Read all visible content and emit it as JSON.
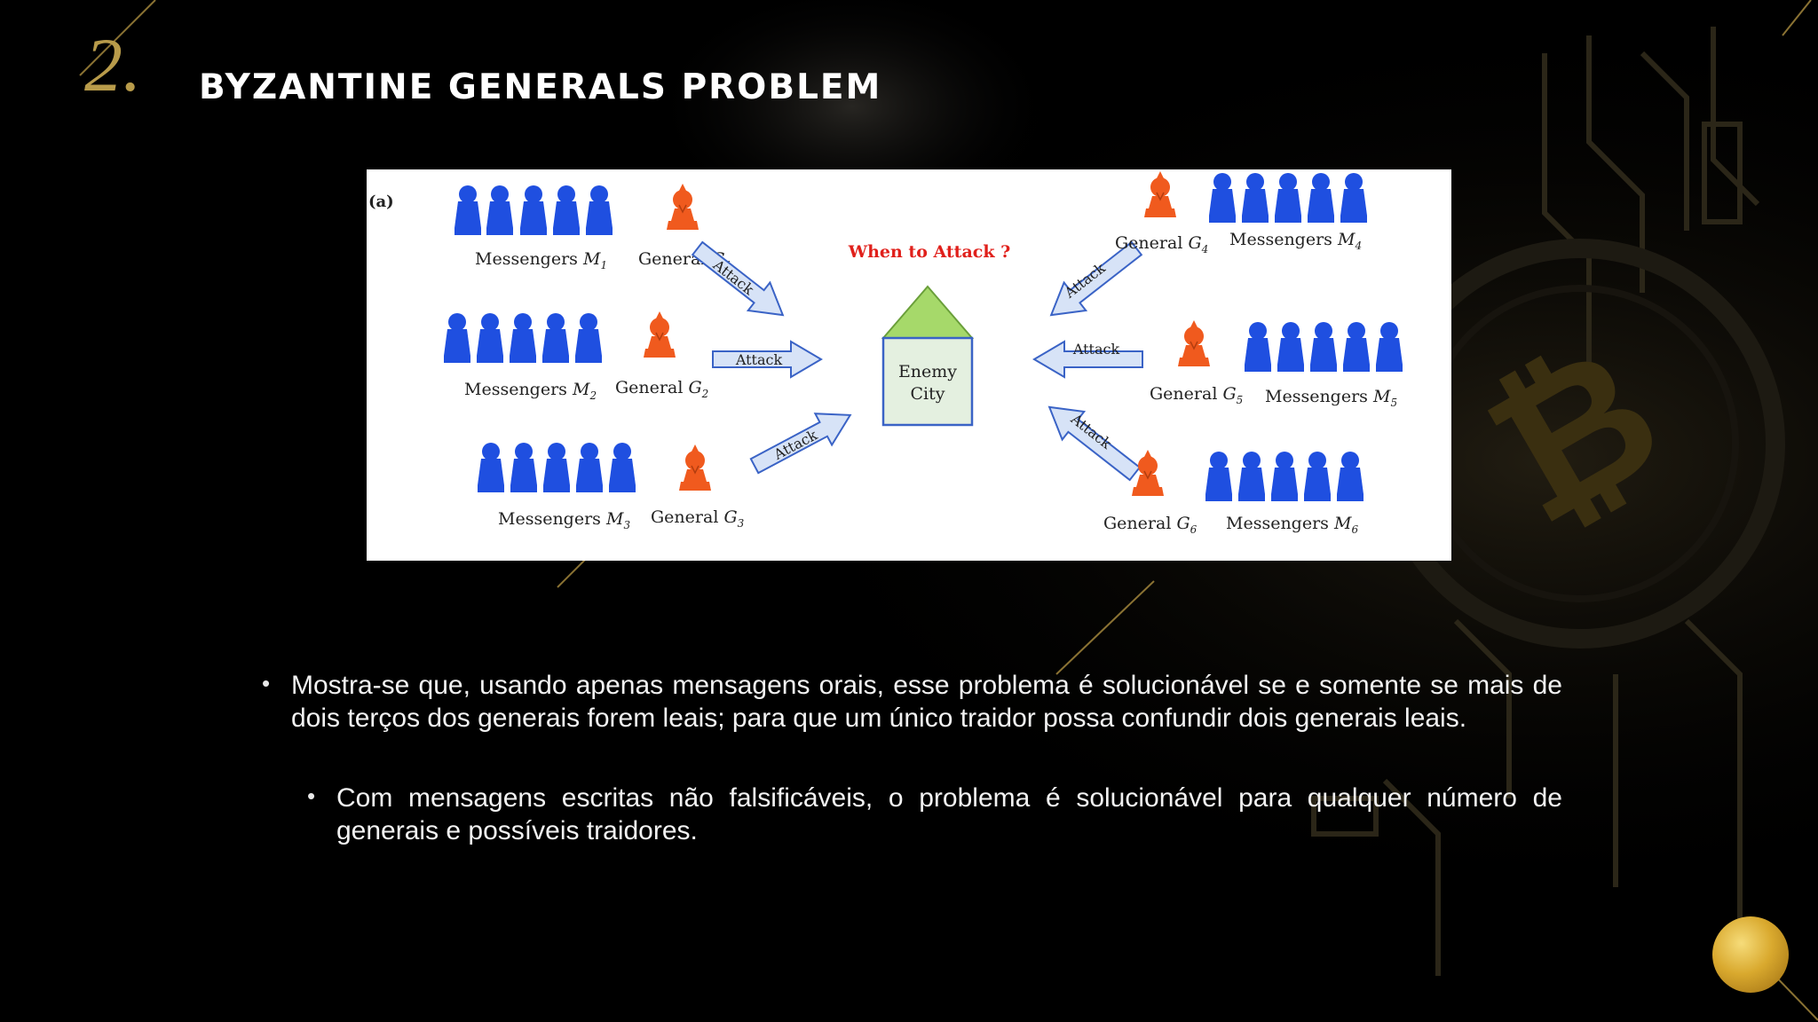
{
  "slide": {
    "number": "2.",
    "title": "BYZANTINE GENERALS PROBLEM"
  },
  "colors": {
    "background": "#000000",
    "accent_gold": "#b89b4a",
    "messenger_blue": "#1f4fe0",
    "general_orange": "#f05a1e",
    "arrow_fill": "#d7e3f7",
    "city_roof": "#a6d96a",
    "city_body": "#e4f0e0",
    "question_red": "#e0201b"
  },
  "diagram": {
    "panel_label": "(a)",
    "question": "When to Attack ?",
    "city_label_line1": "Enemy",
    "city_label_line2": "City",
    "arrow_label": "Attack",
    "left_groups": [
      {
        "messengers_label": "Messengers",
        "messengers_sub": "1",
        "general_label": "General",
        "general_sub": "1"
      },
      {
        "messengers_label": "Messengers",
        "messengers_sub": "2",
        "general_label": "General",
        "general_sub": "2"
      },
      {
        "messengers_label": "Messengers",
        "messengers_sub": "3",
        "general_label": "General",
        "general_sub": "3"
      }
    ],
    "right_groups": [
      {
        "messengers_label": "Messengers",
        "messengers_sub": "4",
        "general_label": "General",
        "general_sub": "4"
      },
      {
        "messengers_label": "Messengers",
        "messengers_sub": "5",
        "general_label": "General",
        "general_sub": "5"
      },
      {
        "messengers_label": "Messengers",
        "messengers_sub": "6",
        "general_label": "General",
        "general_sub": "6"
      }
    ],
    "icons": {
      "messenger": "person-icon",
      "general": "general-chess-icon"
    }
  },
  "bullets": [
    "Mostra-se que, usando apenas mensagens orais, esse problema é solucionável se e somente se mais de dois terços dos generais forem leais; para que um único traidor possa confundir dois generais leais.",
    "Com mensagens escritas não falsificáveis, o problema é solucionável para qualquer número de generais e possíveis traidores."
  ],
  "bullet_symbol": "•"
}
